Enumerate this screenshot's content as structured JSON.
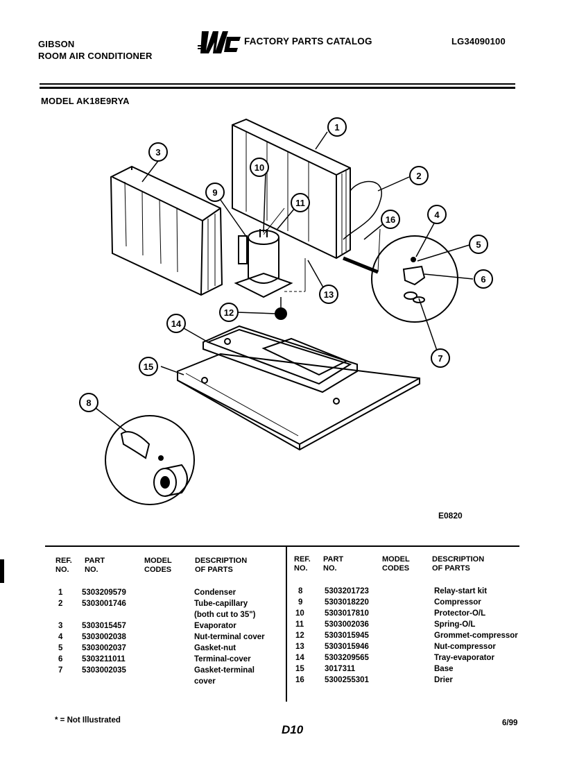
{
  "header": {
    "brand": "GIBSON",
    "product": "ROOM AIR CONDITIONER",
    "logo_text": "WCI",
    "catalog_title": "FACTORY PARTS CATALOG",
    "catalog_number": "LG34090100",
    "model": "MODEL AK18E9RYA"
  },
  "diagram": {
    "figure_code": "E0820",
    "callouts": [
      "1",
      "2",
      "3",
      "4",
      "5",
      "6",
      "7",
      "8",
      "9",
      "10",
      "11",
      "12",
      "13",
      "14",
      "15",
      "16"
    ]
  },
  "table": {
    "headers": {
      "ref": "REF.",
      "no": "NO.",
      "part": "PART",
      "part_no": "NO.",
      "model": "MODEL",
      "codes": "CODES",
      "desc": "DESCRIPTION",
      "of_parts": "OF PARTS"
    },
    "left_rows": [
      {
        "ref": "1",
        "part": "5303209579",
        "desc": "Condenser"
      },
      {
        "ref": "2",
        "part": "5303001746",
        "desc": "Tube-capillary"
      },
      {
        "ref": "",
        "part": "",
        "desc": "(both cut to 35\")"
      },
      {
        "ref": "3",
        "part": "5303015457",
        "desc": "Evaporator"
      },
      {
        "ref": "4",
        "part": "5303002038",
        "desc": "Nut-terminal cover"
      },
      {
        "ref": "5",
        "part": "5303002037",
        "desc": "Gasket-nut"
      },
      {
        "ref": "6",
        "part": "5303211011",
        "desc": "Terminal-cover"
      },
      {
        "ref": "7",
        "part": "5303002035",
        "desc": "Gasket-terminal"
      },
      {
        "ref": "",
        "part": "",
        "desc": "cover"
      }
    ],
    "right_rows": [
      {
        "ref": "8",
        "part": "5303201723",
        "desc": "Relay-start kit"
      },
      {
        "ref": "9",
        "part": "5303018220",
        "desc": "Compressor"
      },
      {
        "ref": "10",
        "part": "5303017810",
        "desc": "Protector-O/L"
      },
      {
        "ref": "11",
        "part": "5303002036",
        "desc": "Spring-O/L"
      },
      {
        "ref": "12",
        "part": "5303015945",
        "desc": "Grommet-compressor"
      },
      {
        "ref": "13",
        "part": "5303015946",
        "desc": "Nut-compressor"
      },
      {
        "ref": "14",
        "part": "5303209565",
        "desc": "Tray-evaporator"
      },
      {
        "ref": "15",
        "part": "3017311",
        "desc": "Base"
      },
      {
        "ref": "16",
        "part": "5300255301",
        "desc": "Drier"
      }
    ]
  },
  "footer": {
    "note": "* = Not Illustrated",
    "page": "D10",
    "date": "6/99"
  }
}
